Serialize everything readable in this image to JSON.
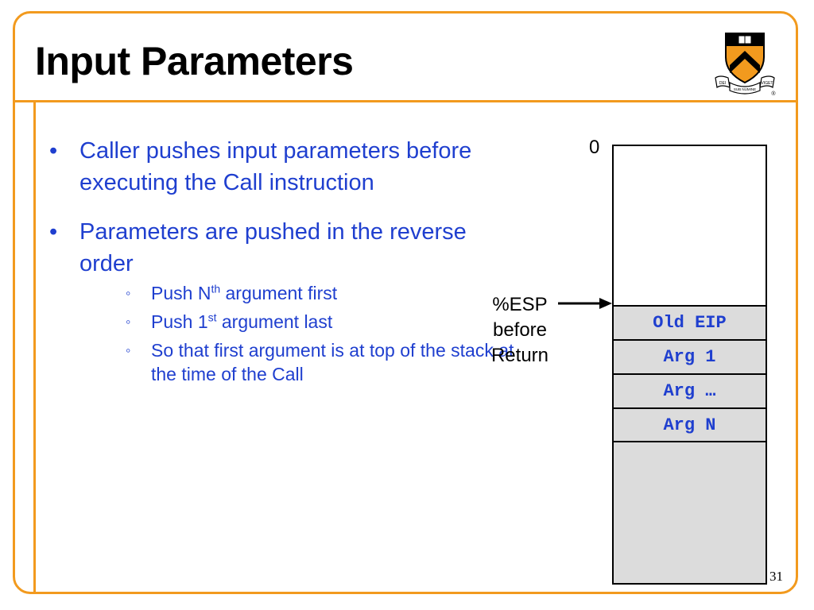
{
  "slide": {
    "title": "Input Parameters",
    "page_number": "31"
  },
  "logo": {
    "icon": "princeton-shield-icon",
    "motto_left": "DEI",
    "motto_center": "SUB NUMINE",
    "motto_right": "VIGET",
    "registered_mark": "®"
  },
  "bullets": [
    {
      "text": "Caller pushes input parameters before executing the Call instruction"
    },
    {
      "text": "Parameters are pushed in the reverse order",
      "sub": [
        {
          "pre": "Push N",
          "sup": "th",
          "post": " argument first"
        },
        {
          "pre": "Push 1",
          "sup": "st",
          "post": " argument last"
        },
        {
          "pre": "So that first argument is at top of the stack at the time of the Call",
          "sup": "",
          "post": ""
        }
      ]
    }
  ],
  "stack": {
    "top_address": "0",
    "cells": [
      "Old EIP",
      "Arg 1",
      "Arg …",
      "Arg N"
    ],
    "pointer_lines": [
      "%ESP",
      "before",
      "Return"
    ]
  },
  "colors": {
    "accent_orange": "#F29A1E",
    "text_blue": "#1F3FCF",
    "stack_fill": "#DCDCDC"
  }
}
